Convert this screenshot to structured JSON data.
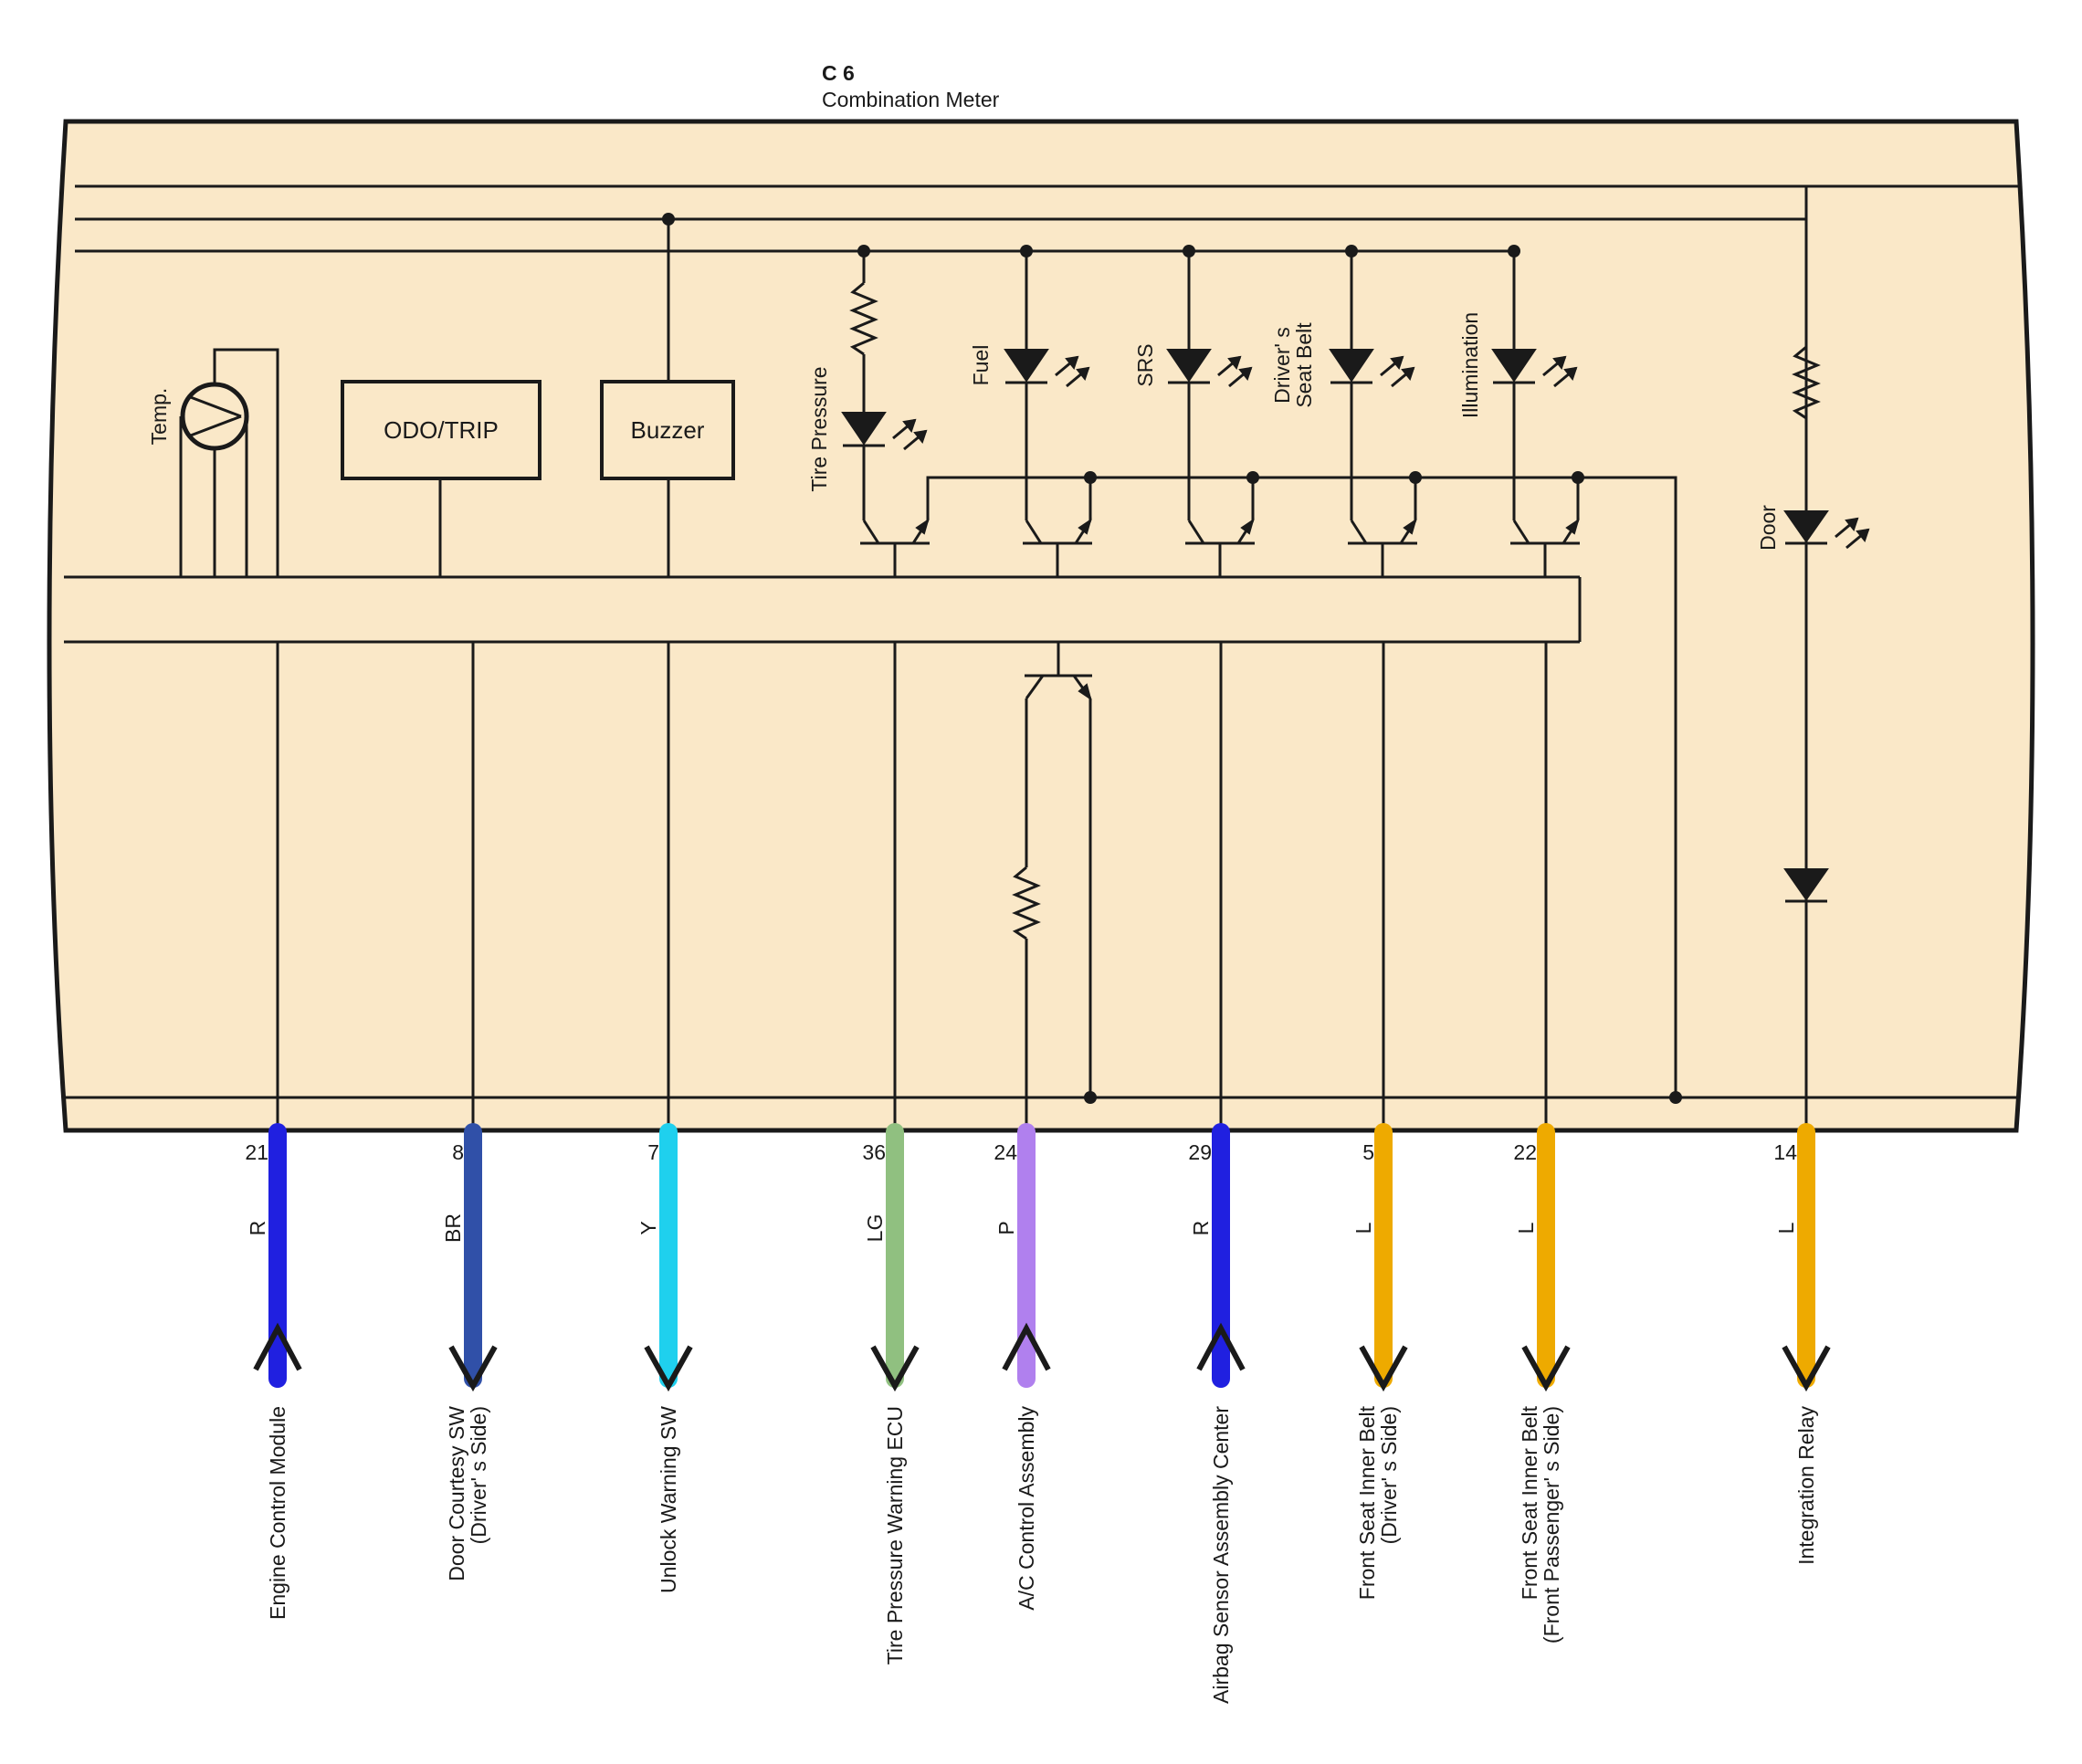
{
  "connector": {
    "code": "C 6",
    "name": "Combination Meter"
  },
  "components": {
    "temp": "Temp.",
    "odo_trip": "ODO/TRIP",
    "buzzer": "Buzzer"
  },
  "indicators": [
    {
      "id": "tire-pressure",
      "lines": [
        "Tire Pressure"
      ]
    },
    {
      "id": "fuel",
      "lines": [
        "Fuel"
      ]
    },
    {
      "id": "srs",
      "lines": [
        "SRS"
      ]
    },
    {
      "id": "drivers-seat-belt",
      "lines": [
        "Driver' s",
        "Seat Belt"
      ]
    },
    {
      "id": "illumination",
      "lines": [
        "Illumination"
      ]
    },
    {
      "id": "door",
      "lines": [
        "Door"
      ]
    }
  ],
  "wires": [
    {
      "pin": "21",
      "color_code": "R",
      "color": "#2020e0",
      "direction": "in",
      "destination": [
        "Engine Control Module"
      ]
    },
    {
      "pin": "8",
      "color_code": "BR",
      "color": "#3050a8",
      "direction": "out",
      "destination": [
        "Door Courtesy SW",
        "(Driver' s Side)"
      ]
    },
    {
      "pin": "7",
      "color_code": "Y",
      "color": "#1fd0ee",
      "direction": "out",
      "destination": [
        "Unlock Warning SW"
      ]
    },
    {
      "pin": "36",
      "color_code": "LG",
      "color": "#90c080",
      "direction": "out",
      "destination": [
        "Tire Pressure Warning ECU"
      ]
    },
    {
      "pin": "24",
      "color_code": "P",
      "color": "#b080ee",
      "direction": "in",
      "destination": [
        "A/C Control Assembly"
      ]
    },
    {
      "pin": "29",
      "color_code": "R",
      "color": "#2020e0",
      "direction": "in",
      "destination": [
        "Airbag Sensor Assembly Center"
      ]
    },
    {
      "pin": "5",
      "color_code": "L",
      "color": "#eeaa00",
      "direction": "out",
      "destination": [
        "Front Seat Inner Belt",
        "(Driver' s Side)"
      ]
    },
    {
      "pin": "22",
      "color_code": "L",
      "color": "#eeaa00",
      "direction": "out",
      "destination": [
        "Front Seat Inner Belt",
        "(Front Passenger' s Side)"
      ]
    },
    {
      "pin": "14",
      "color_code": "L",
      "color": "#eeaa00",
      "direction": "out",
      "destination": [
        "Integration Relay"
      ]
    }
  ],
  "colors": {
    "meter_fill": "#fae8c8",
    "line": "#1a1a1a"
  }
}
